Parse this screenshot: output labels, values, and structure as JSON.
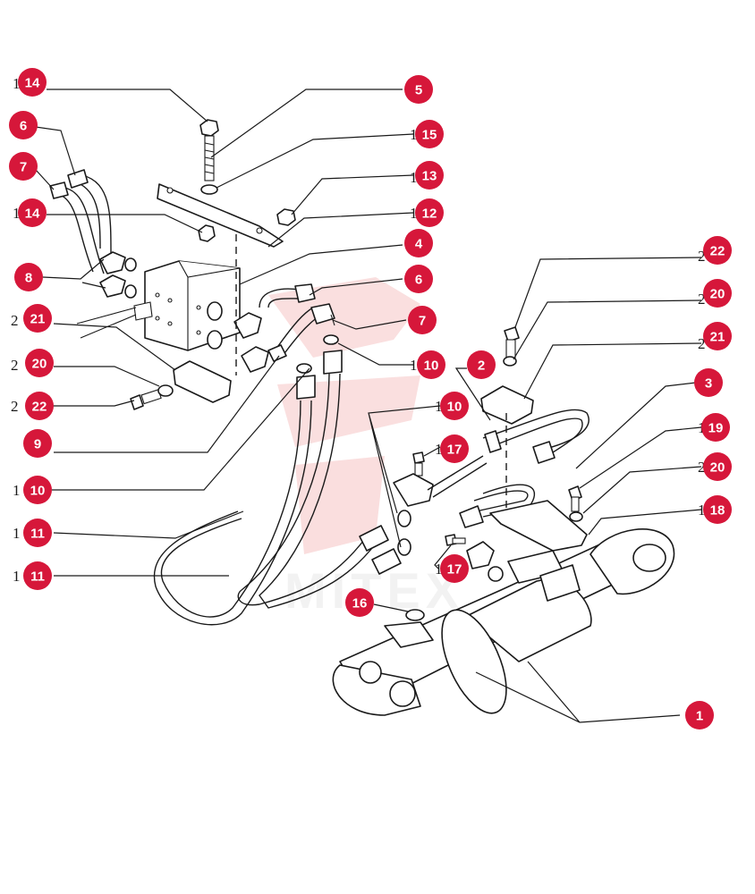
{
  "theme": {
    "badge_color": "#d6173a",
    "line_color": "#1a1a1a",
    "watermark_color": "#f6c4c4"
  },
  "watermark": {
    "text": "MITEX"
  },
  "callouts": [
    {
      "id": "c14a",
      "label": "14"
    },
    {
      "id": "c5",
      "label": "5"
    },
    {
      "id": "c6a",
      "label": "6"
    },
    {
      "id": "c15",
      "label": "15"
    },
    {
      "id": "c7a",
      "label": "7"
    },
    {
      "id": "c13",
      "label": "13"
    },
    {
      "id": "c14b",
      "label": "14"
    },
    {
      "id": "c12",
      "label": "12"
    },
    {
      "id": "c4",
      "label": "4"
    },
    {
      "id": "c22a",
      "label": "22"
    },
    {
      "id": "c8",
      "label": "8"
    },
    {
      "id": "c6b",
      "label": "6"
    },
    {
      "id": "c20a",
      "label": "20"
    },
    {
      "id": "c21a",
      "label": "21"
    },
    {
      "id": "c7b",
      "label": "7"
    },
    {
      "id": "c21b",
      "label": "21"
    },
    {
      "id": "c10a",
      "label": "10"
    },
    {
      "id": "c2",
      "label": "2"
    },
    {
      "id": "c20b",
      "label": "20"
    },
    {
      "id": "c3",
      "label": "3"
    },
    {
      "id": "c22b",
      "label": "22"
    },
    {
      "id": "c10b",
      "label": "10"
    },
    {
      "id": "c19",
      "label": "19"
    },
    {
      "id": "c17a",
      "label": "17"
    },
    {
      "id": "c9",
      "label": "9"
    },
    {
      "id": "c20c",
      "label": "20"
    },
    {
      "id": "c10c",
      "label": "10"
    },
    {
      "id": "c18",
      "label": "18"
    },
    {
      "id": "c11a",
      "label": "11"
    },
    {
      "id": "c17b",
      "label": "17"
    },
    {
      "id": "c11b",
      "label": "11"
    },
    {
      "id": "c16",
      "label": "16"
    },
    {
      "id": "c1",
      "label": "1"
    }
  ]
}
